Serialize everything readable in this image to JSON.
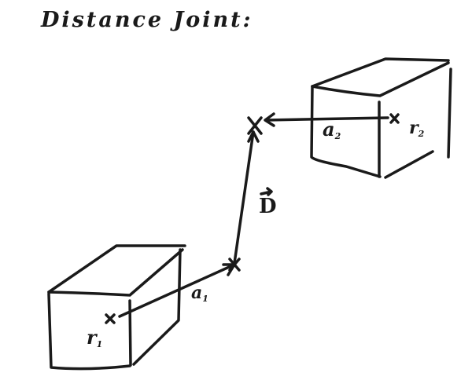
{
  "title": "Distance Joint:",
  "labels": {
    "a2": {
      "base": "a",
      "sub": "2"
    },
    "r2": {
      "base": "r",
      "sub": "2"
    },
    "a1": {
      "base": "a",
      "sub": "1"
    },
    "r1": {
      "base": "r",
      "sub": "1"
    },
    "D": "D"
  },
  "ink_color": "#1a1a1a"
}
